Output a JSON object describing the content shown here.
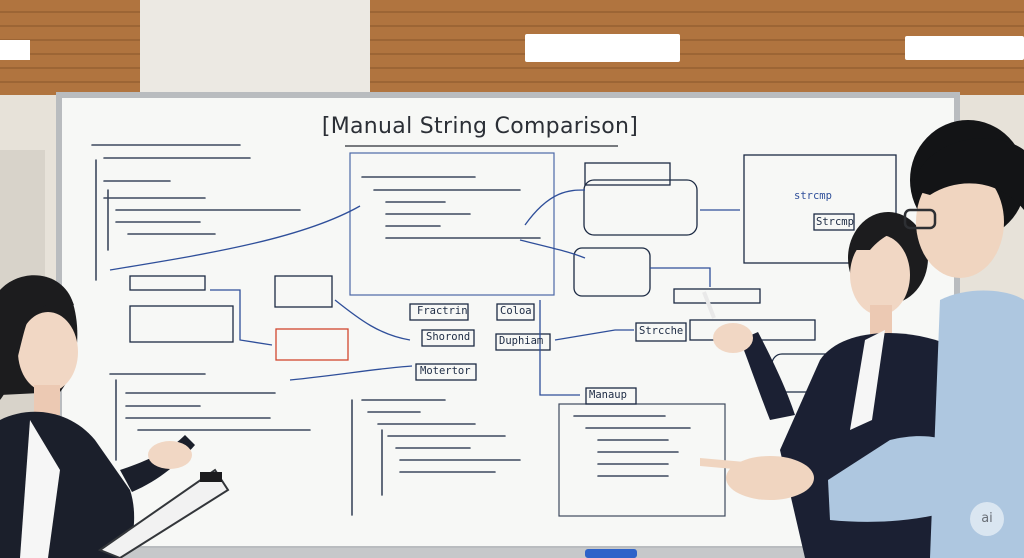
{
  "scene": {
    "description_tag": "whiteboard-meeting",
    "board_title": "[Manual String Comparison]",
    "labels": {
      "fractrin": "Fractrin",
      "coloa": "Coloa",
      "shorond": "Shorond",
      "duphiam": "Duphiam",
      "motertor": "Motertor",
      "manaup": "Manaup",
      "strcche": "Strcche",
      "strcmp": "Strcmp",
      "strcmp_small": "strcmp"
    },
    "watermark_text": "ai"
  },
  "colors": {
    "board": "#f7f8f6",
    "frame": "#b9bcbf",
    "ceiling_wood": "#b0743f",
    "marker_blue": "#2f4f9a",
    "marker_dark": "#1d2b44",
    "marker_red": "#d2472f"
  }
}
